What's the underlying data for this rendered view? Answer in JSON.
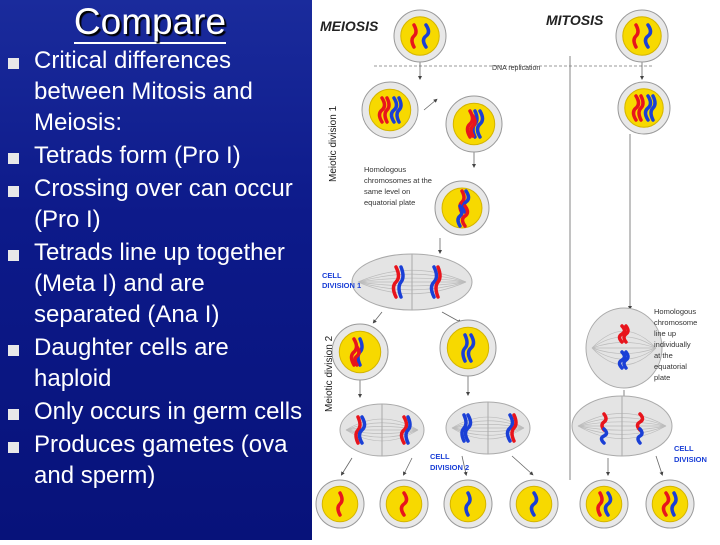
{
  "slide": {
    "title": "Compare",
    "bullets": [
      "Critical differences between Mitosis and Meiosis:",
      "Tetrads form (Pro I)",
      "Crossing over can occur (Pro I)",
      "Tetrads line up together (Meta I) and are separated (Ana I)",
      "Daughter cells are haploid",
      "Only occurs in germ cells",
      "Produces gametes (ova and sperm)"
    ]
  },
  "diagram": {
    "meiosis_heading": "MEIOSIS",
    "mitosis_heading": "MITOSIS",
    "dna_replication": "DNA replication",
    "meiotic_division_1": "Meiotic division 1",
    "meiotic_division_2": "Meiotic division 2",
    "homologous_note": [
      "Homologous",
      "chromosomes at the",
      "same level on",
      "equatorial plate"
    ],
    "cell_division_1": [
      "CELL",
      "DIVISION 1"
    ],
    "cell_division_2": [
      "CELL",
      "DIVISION 2"
    ],
    "mitosis_note": [
      "Homologous",
      "chromosome",
      "line up",
      "individually",
      "at the",
      "equatorial",
      "plate"
    ],
    "cell_division_mitosis": [
      "CELL",
      "DIVISION"
    ],
    "colors": {
      "red": "#e8141c",
      "blue": "#1a3fd6",
      "cell_yellow": "#f7d900",
      "cell_grey": "#c8c8c8"
    }
  }
}
